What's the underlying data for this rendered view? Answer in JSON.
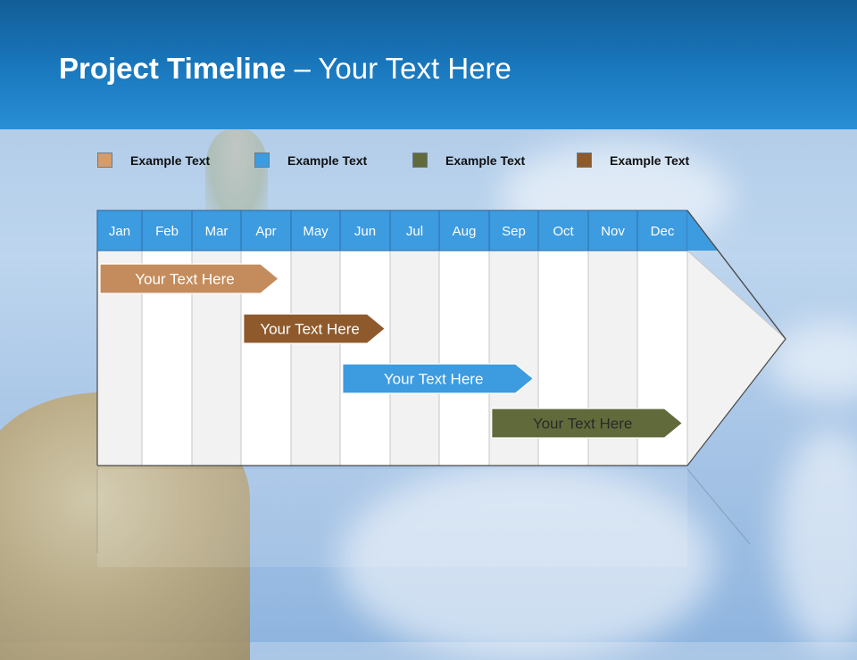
{
  "title": {
    "bold": "Project Timeline",
    "rest": " – Your Text Here"
  },
  "legend": [
    {
      "label": "Example Text",
      "color": "#d39c6a"
    },
    {
      "label": "Example Text",
      "color": "#3d9be0"
    },
    {
      "label": "Example Text",
      "color": "#616a3a"
    },
    {
      "label": "Example Text",
      "color": "#8e5a2c"
    }
  ],
  "timeline": {
    "months": [
      "Jan",
      "Feb",
      "Mar",
      "Apr",
      "May",
      "Jun",
      "Jul",
      "Aug",
      "Sep",
      "Oct",
      "Nov",
      "Dec"
    ],
    "header_color": "#3d9be0",
    "bars": [
      {
        "label": "Your  Text Here",
        "start": 0,
        "end": 3.75,
        "color": "#c48c5c",
        "text": "light"
      },
      {
        "label": "Your  Text Here",
        "start": 3.05,
        "end": 5.9,
        "color": "#8e5a2c",
        "text": "light"
      },
      {
        "label": "Your  Text Here",
        "start": 5.05,
        "end": 8.9,
        "color": "#3d9be0",
        "text": "light"
      },
      {
        "label": "Your  Text Here",
        "start": 8.05,
        "end": 11.9,
        "color": "#616a3a",
        "text": "dark"
      }
    ]
  }
}
